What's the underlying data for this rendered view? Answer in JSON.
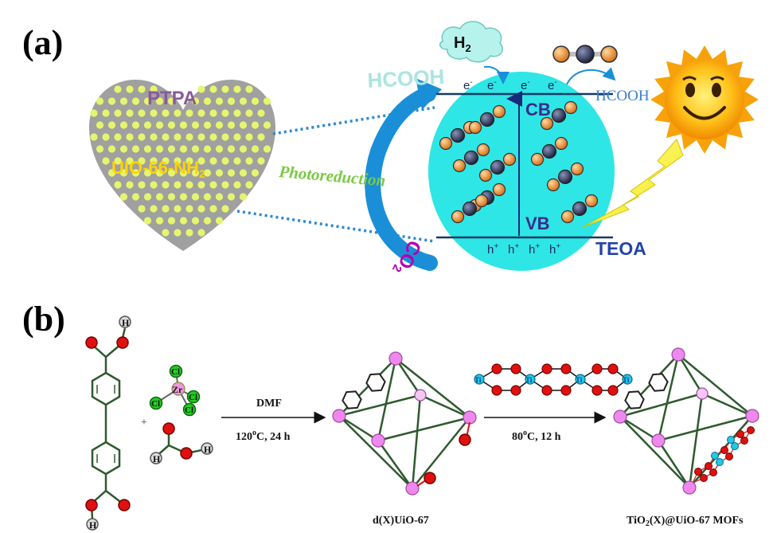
{
  "panel_a": {
    "label": "(a)",
    "heart_top": "PTPA",
    "heart_center": "UIO-66-NH",
    "heart_center_sub": "2",
    "arrow_top_label": "HCOOH",
    "arrow_side_label": "Photoreduction",
    "arrow_bottom_label": "CO",
    "arrow_bottom_sub": "2",
    "h2_label": "H",
    "h2_sub": "2",
    "electron": "e",
    "electron_sup": "-",
    "hole": "h",
    "hole_sup": "+",
    "cb_label": "CB",
    "vb_label": "VB",
    "product_label": "HCOOH",
    "teoa_label": "TEOA"
  },
  "panel_b": {
    "label": "(b)",
    "atom_h": "H",
    "atom_cl": "Cl",
    "atom_zr": "Zr",
    "atom_ti": "Ti",
    "plus": "+",
    "step1_top": "DMF",
    "step1_bottom_a": "120",
    "step1_bottom_sup": "o",
    "step1_bottom_b": "C, 24 h",
    "step2_bottom_a": "80",
    "step2_bottom_sup": "o",
    "step2_bottom_b": "C, 12 h",
    "product1_label": "d(X)UiO-67",
    "product2_label_a": "TiO",
    "product2_label_sub": "2",
    "product2_label_b": "(X)@UiO-67 MOFs"
  },
  "colors": {
    "teal_ellipse": "#2ee6e6",
    "heart_gray": "#9e9e9e",
    "dot_yellow": "#e6f56e",
    "bond_green": "#2e5a2e",
    "oxygen_red": "#e01010",
    "chlorine_green": "#22cc22",
    "node_pink": "#ee88ee",
    "ti_cyan": "#22c8e6",
    "arrow_blue": "#1a8fd8",
    "purple_text": "#b300b3"
  }
}
